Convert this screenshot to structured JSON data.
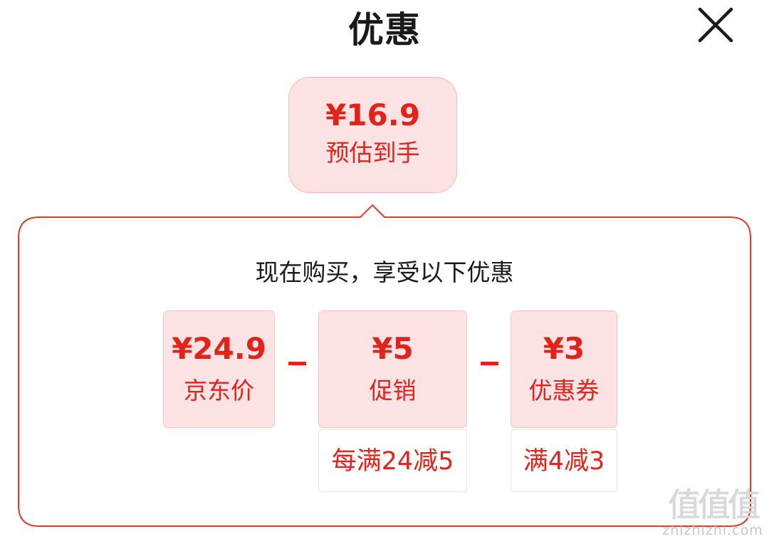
{
  "header": {
    "title": "优惠",
    "close_icon": "close-icon"
  },
  "estimate": {
    "price": "¥16.9",
    "label": "预估到手"
  },
  "breakdown": {
    "subtitle": "现在购买，享受以下优惠",
    "items": [
      {
        "amount": "¥24.9",
        "name": "京东价",
        "detail": ""
      },
      {
        "amount": "¥5",
        "name": "促销",
        "detail": "每满24减5"
      },
      {
        "amount": "¥3",
        "name": "优惠券",
        "detail": "满4减3"
      }
    ],
    "operator": "-"
  },
  "watermark": {
    "glyphs": "值值值",
    "site": "zhizhizhi.com"
  },
  "colors": {
    "accent": "#e2231a",
    "card_bg": "#fde3e3",
    "bubble_border": "#e23a2c"
  }
}
